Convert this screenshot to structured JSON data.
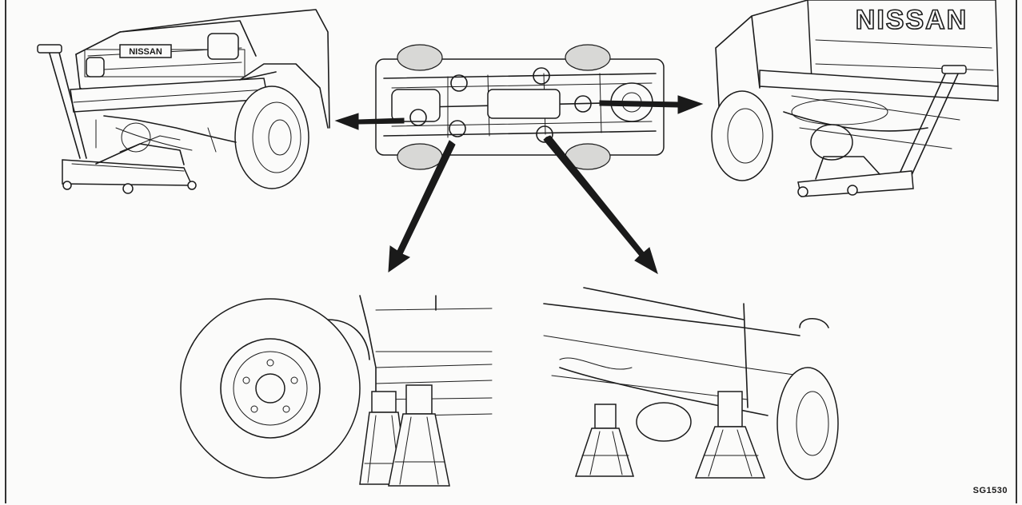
{
  "figure": {
    "reference_code": "SG1530",
    "badge_front": "NISSAN",
    "badge_rear": "NISSAN"
  },
  "views": [
    {
      "id": "front-jack",
      "icon": "truck-front-floor-jack"
    },
    {
      "id": "underbody",
      "icon": "chassis-underside-lift-points"
    },
    {
      "id": "rear-jack",
      "icon": "truck-rear-floor-jack"
    },
    {
      "id": "front-stands",
      "icon": "front-jack-stands"
    },
    {
      "id": "rear-stands",
      "icon": "rear-jack-stands"
    }
  ]
}
